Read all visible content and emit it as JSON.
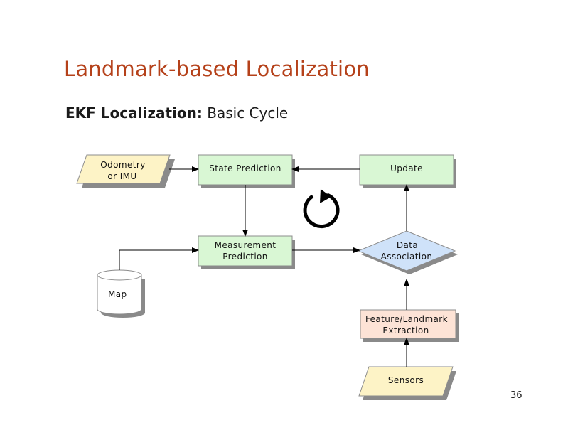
{
  "slide": {
    "title": "Landmark-based Localization",
    "subtitle_bold": "EKF Localization:",
    "subtitle_rest": "Basic Cycle",
    "page_number": "36"
  },
  "diagram": {
    "nodes": {
      "odometry": {
        "line1": "Odometry",
        "line2": "or IMU",
        "shape": "parallelogram",
        "color": "#fdf3c6"
      },
      "state_prediction": {
        "label": "State Prediction",
        "shape": "rectangle",
        "color": "#d9f7d4"
      },
      "update": {
        "label": "Update",
        "shape": "rectangle",
        "color": "#d9f7d4"
      },
      "measurement_prediction": {
        "line1": "Measurement",
        "line2": "Prediction",
        "shape": "rectangle",
        "color": "#d9f7d4"
      },
      "data_association": {
        "line1": "Data",
        "line2": "Association",
        "shape": "diamond",
        "color": "#cfe2f9"
      },
      "map": {
        "label": "Map",
        "shape": "cylinder",
        "color": "#ffffff"
      },
      "feature_extraction": {
        "line1": "Feature/Landmark",
        "line2": "Extraction",
        "shape": "rectangle",
        "color": "#fde3d6"
      },
      "sensors": {
        "label": "Sensors",
        "shape": "parallelogram",
        "color": "#fdf3c6"
      }
    },
    "cycle_icon": "circular-arrow-icon"
  }
}
